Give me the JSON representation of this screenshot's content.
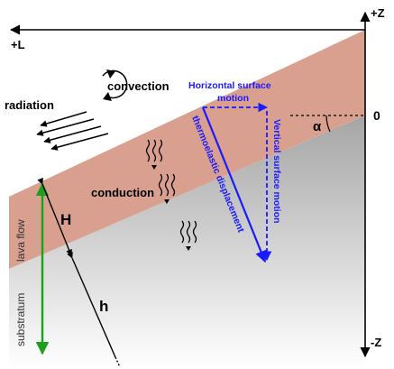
{
  "axes": {
    "plus_z": "+Z",
    "minus_z": "-Z",
    "plus_l": "+L",
    "zero": "0",
    "alpha": "α"
  },
  "labels": {
    "convection": "convection",
    "radiation": "radiation",
    "conduction": "conduction",
    "horizontal_surface_motion_line1": "Horizontal surface",
    "horizontal_surface_motion_line2": "motion",
    "vertical_surface_motion": "Vertical surface motion",
    "thermoelastic_displacement": "thermoelastic displacement",
    "H": "H",
    "h": "h",
    "lava_flow": "lava flow",
    "substratum": "substratum"
  },
  "colors": {
    "lava_flow": "#d9a08f",
    "substratum_top": "#a8a8a8",
    "substratum_bottom": "#ffffff",
    "motion_blue": "#1a1aff",
    "thickness_green": "#1e9e1e"
  }
}
